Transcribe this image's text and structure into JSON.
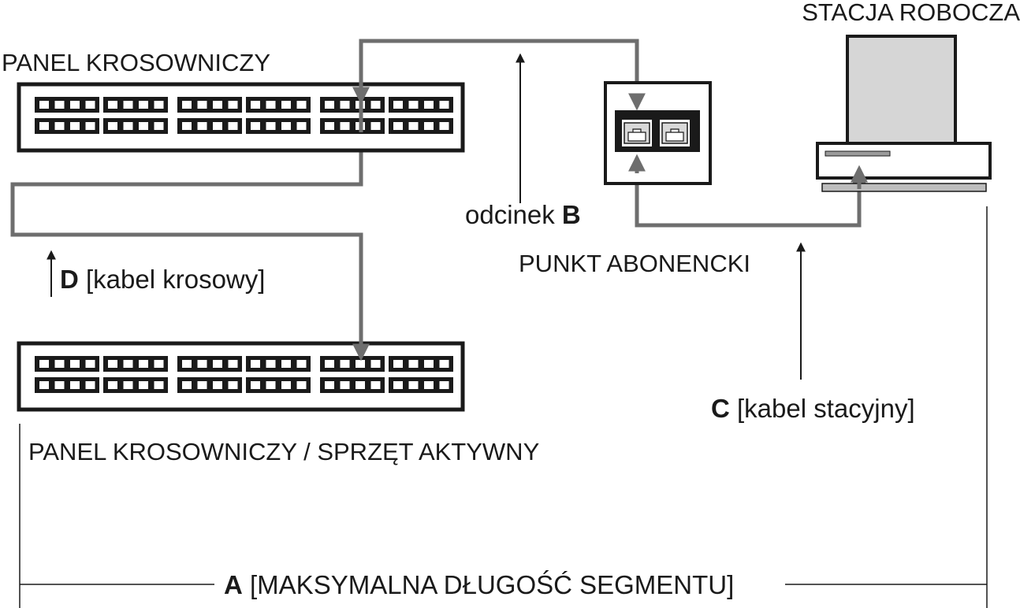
{
  "labels": {
    "panel_top": "PANEL KROSOWNICZY",
    "workstation": "STACJA ROBOCZA",
    "segment_b_text": "odcinek ",
    "segment_b_letter": "B",
    "outlet": "PUNKT ABONENCKI",
    "cable_d_letter": "D",
    "cable_d_text": " [kabel krosowy]",
    "cable_c_letter": "C",
    "cable_c_text": " [kabel stacyjny]",
    "panel_bottom": "PANEL KROSOWNICZY / SPRZĘT AKTYWNY",
    "segment_a_letter": "A",
    "segment_a_text": " [MAKSYMALNA DŁUGOŚĆ SEGMENTU]"
  },
  "colors": {
    "ink": "#1a1a1a",
    "cable": "#6e6e6e",
    "screen": "#d6d6d6",
    "base": "#bdbdbd"
  }
}
